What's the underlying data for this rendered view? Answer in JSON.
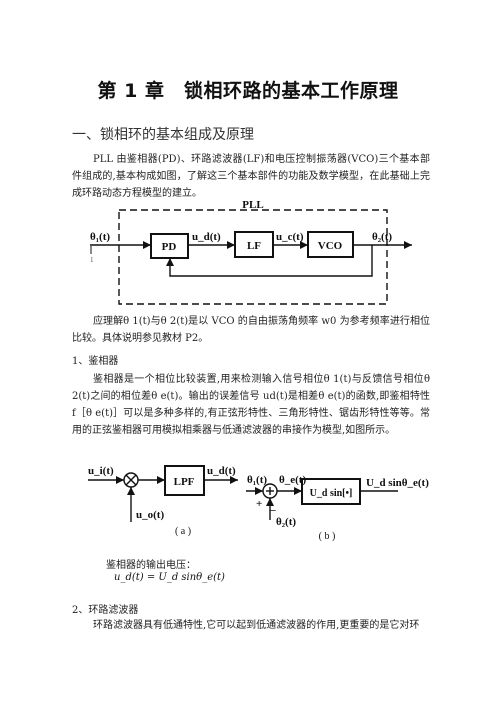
{
  "title": "第 1 章　锁相环路的基本工作原理",
  "section1": "一、锁相环的基本组成及原理",
  "para1": "PLL 由鉴相器(PD)、环路滤波器(LF)和电压控制振荡器(VCO)三个基本部件组成的,基本构成如图，了解这三个基本部件的功能及数学模型，在此基础上完成环路动态方程模型的建立。",
  "fig1": {
    "frame_label": "PLL",
    "input": "θ₁(t)",
    "pd": "PD",
    "ud": "u_d(t)",
    "lf": "LF",
    "uc": "u_c(t)",
    "vco": "VCO",
    "output": "θ₂(t)",
    "tick": "1"
  },
  "para2": "应理解θ 1(t)与θ 2(t)是以 VCO 的自由振荡角频率 w0 为参考频率进行相位比较。具体说明参见教材 P2。",
  "sub1": "1、鉴相器",
  "para3": "鉴相器是一个相位比较装置,用来检测输入信号相位θ 1(t)与反馈信号相位θ 2(t)之间的相位差θ e(t)。输出的误差信号 ud(t)是相差θ e(t)的函数,即鉴相特性 f［θ e(t)］可以是多种多样的,有正弦形特性、三角形特性、锯齿形特性等等。常用的正弦鉴相器可用模拟相乘器与低通滤波器的串接作为模型,如图所示。",
  "fig2": {
    "ui": "u_i(t)",
    "lpf": "LPF",
    "ud": "u_d(t)",
    "uo": "u_o(t)",
    "caption_a": "( a )",
    "t1": "θ₁(t)",
    "te": "θ_e(t)",
    "plus": "+",
    "minus": "−",
    "block": "U_d sin[•]",
    "out": "U_d sinθ_e(t)",
    "t2": "θ₂(t)",
    "caption_b": "( b )"
  },
  "para4": "鉴相器的输出电压：",
  "formula": "u_d(t) = U_d sinθ_e(t)",
  "sub2": "2、环路滤波器",
  "para5": "环路滤波器具有低通特性,它可以起到低通滤波器的作用,更重要的是它对环"
}
